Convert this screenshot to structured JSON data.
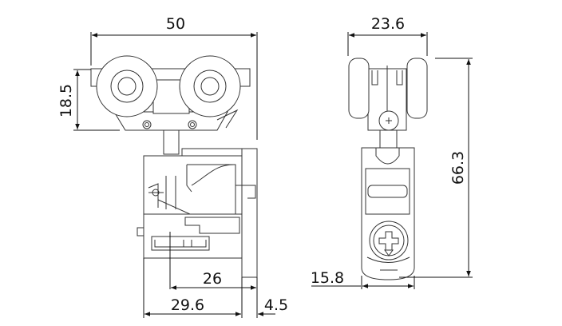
{
  "drawing": {
    "side_view": {
      "dims": {
        "overall_width": "50",
        "wheel_height": "18.5",
        "inner_depth": "26",
        "body_depth": "29.6",
        "plate_thickness": "4.5"
      }
    },
    "front_view": {
      "dims": {
        "wheel_width": "23.6",
        "overall_height": "66.3",
        "body_width": "15.8"
      }
    }
  }
}
